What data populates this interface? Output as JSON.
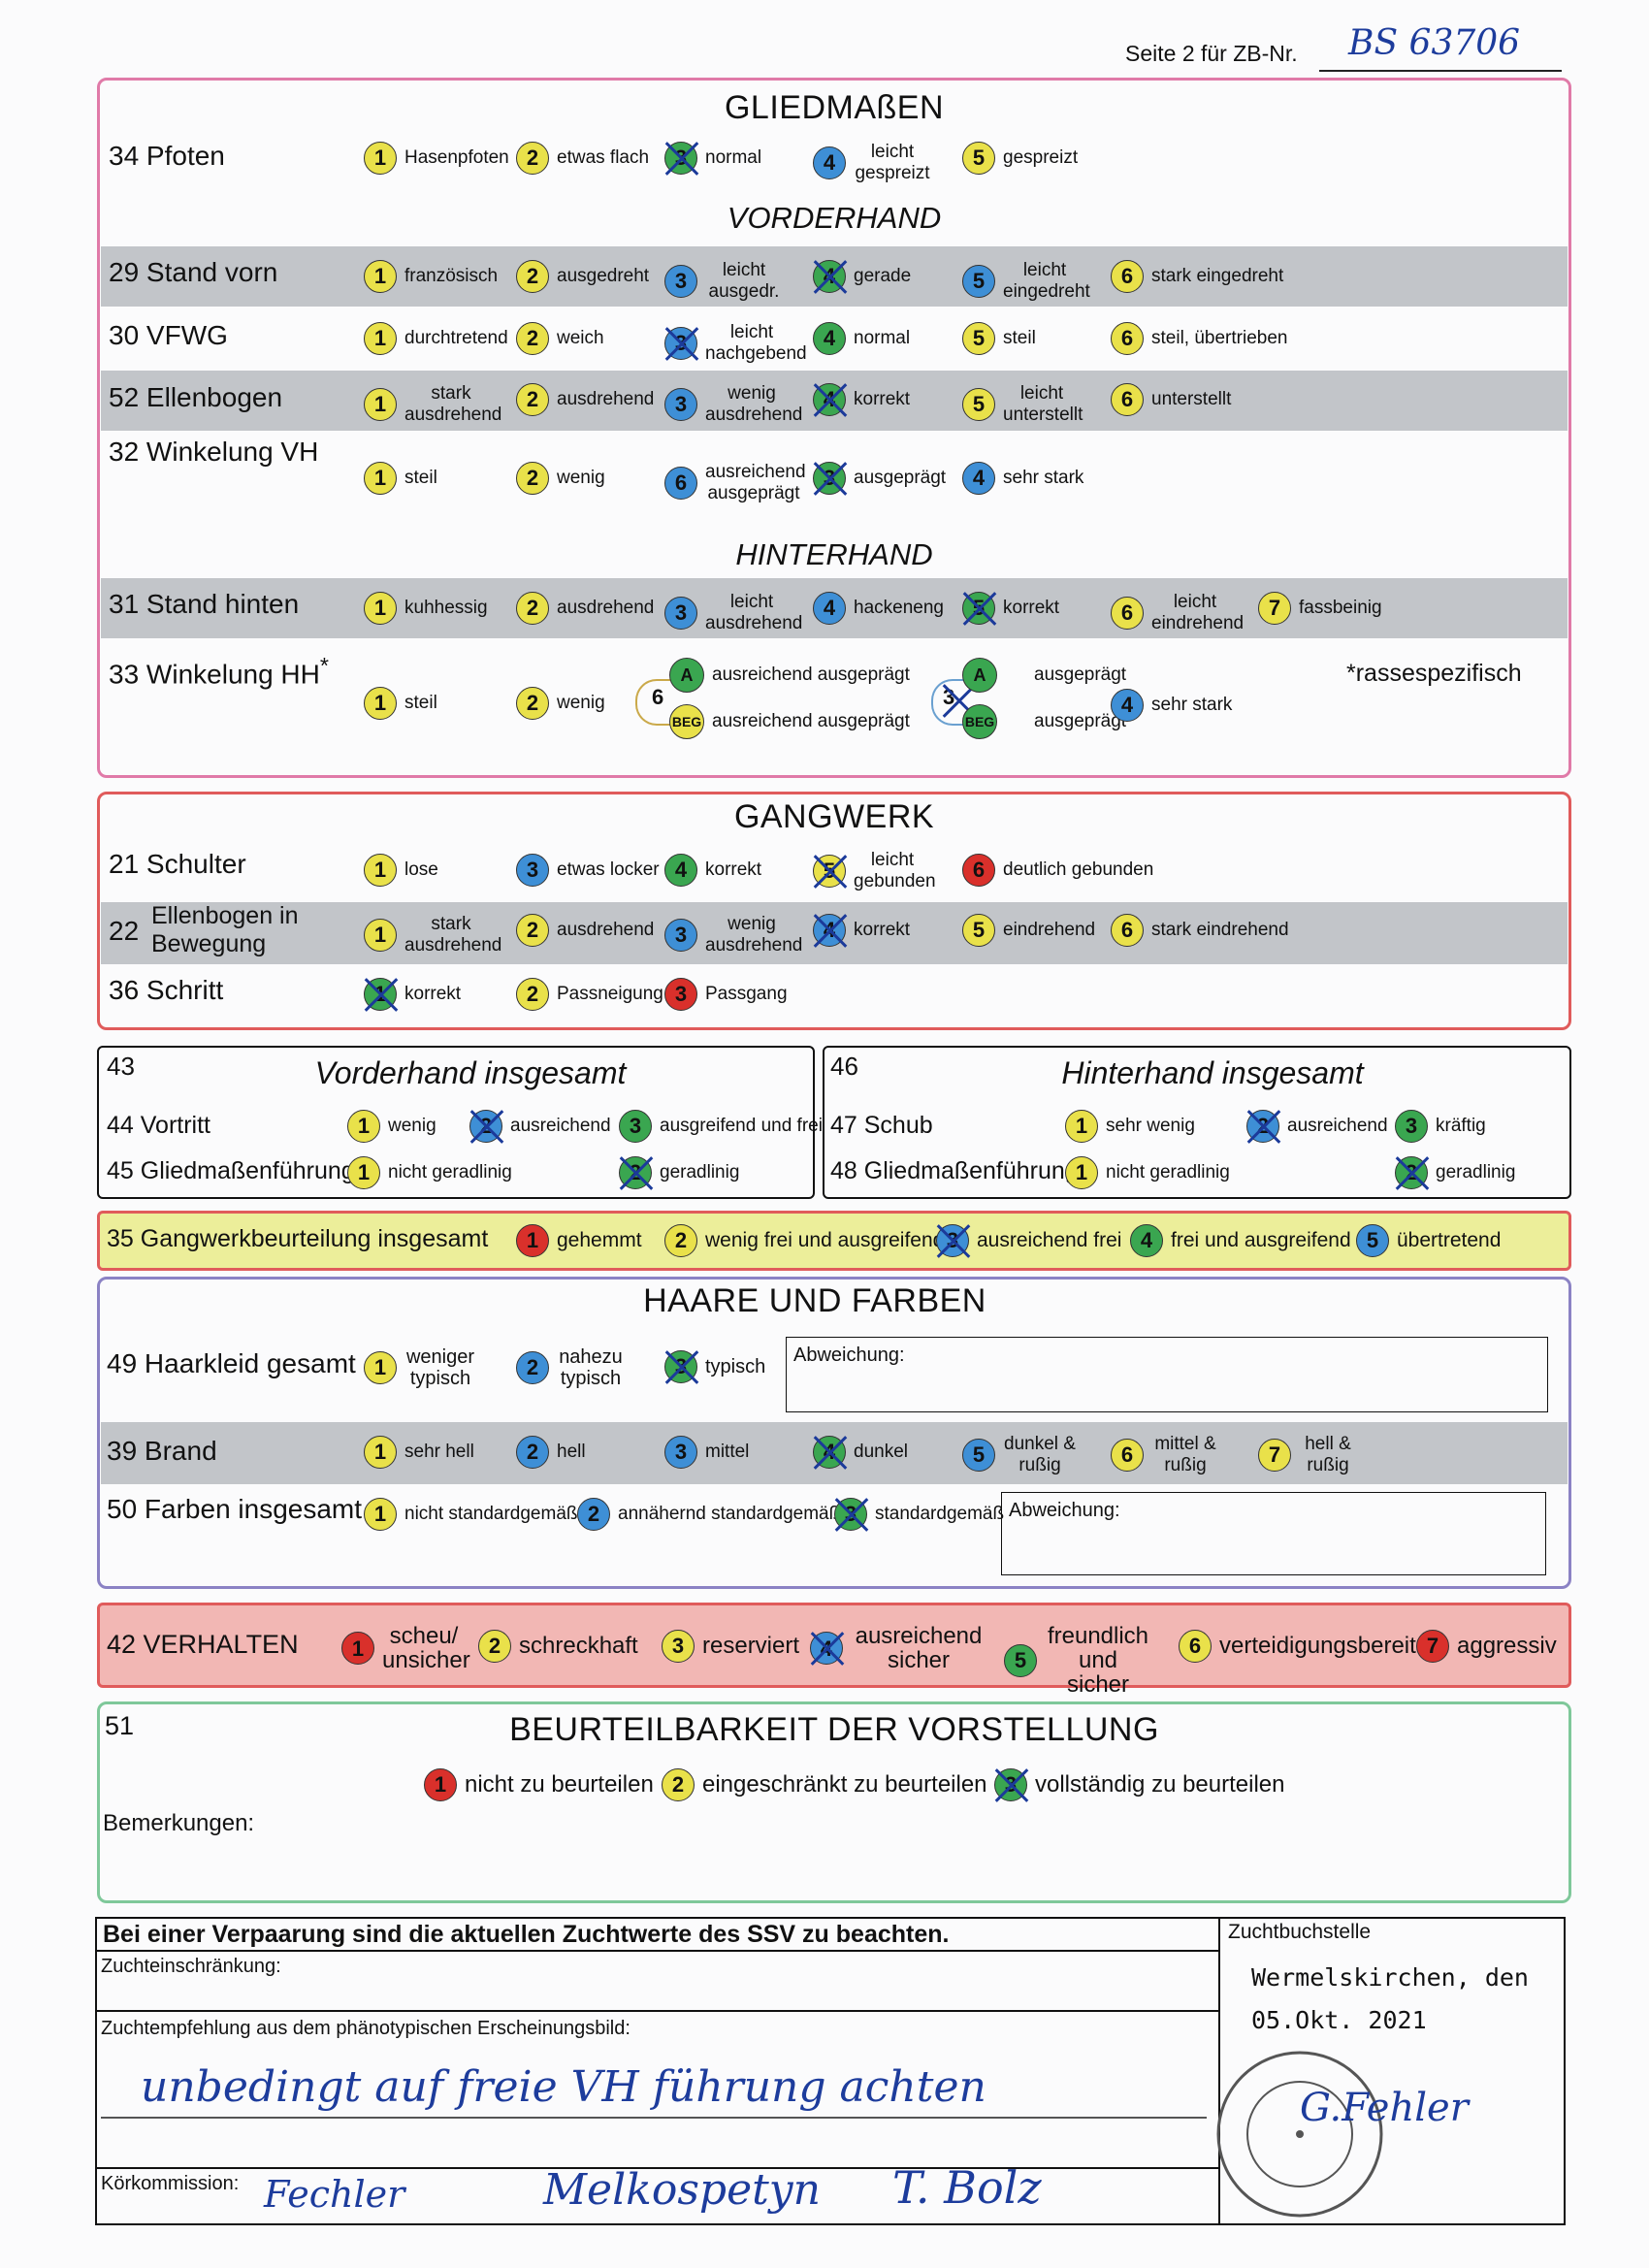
{
  "header": {
    "page_label": "Seite 2 für ZB-Nr.",
    "zb_number": "BS 63706"
  },
  "gliedmassen": {
    "title": "GLIEDMAßEN",
    "vorderhand_title": "VORDERHAND",
    "hinterhand_title": "HINTERHAND",
    "rows": {
      "pfoten": {
        "label": "34 Pfoten",
        "options": [
          {
            "n": "1",
            "text": "Hasenpfoten"
          },
          {
            "n": "2",
            "text": "etwas flach"
          },
          {
            "n": "3",
            "text": "normal"
          },
          {
            "n": "4",
            "text": "leicht gespreizt"
          },
          {
            "n": "5",
            "text": "gespreizt"
          }
        ]
      },
      "stand_vorn": {
        "label": "29 Stand vorn",
        "options": [
          {
            "n": "1",
            "text": "französisch"
          },
          {
            "n": "2",
            "text": "ausgedreht"
          },
          {
            "n": "3",
            "text": "leicht ausgedr."
          },
          {
            "n": "4",
            "text": "gerade"
          },
          {
            "n": "5",
            "text": "leicht eingedreht"
          },
          {
            "n": "6",
            "text": "stark eingedreht"
          }
        ]
      },
      "vfwg": {
        "label": "30 VFWG",
        "options": [
          {
            "n": "1",
            "text": "durchtretend"
          },
          {
            "n": "2",
            "text": "weich"
          },
          {
            "n": "3",
            "text": "leicht nachgebend"
          },
          {
            "n": "4",
            "text": "normal"
          },
          {
            "n": "5",
            "text": "steil"
          },
          {
            "n": "6",
            "text": "steil, übertrieben"
          }
        ]
      },
      "ellenbogen": {
        "label": "52 Ellenbogen",
        "options": [
          {
            "n": "1",
            "text": "stark ausdrehend"
          },
          {
            "n": "2",
            "text": "ausdrehend"
          },
          {
            "n": "3",
            "text": "wenig ausdrehend"
          },
          {
            "n": "4",
            "text": "korrekt"
          },
          {
            "n": "5",
            "text": "leicht unterstellt"
          },
          {
            "n": "6",
            "text": "unterstellt"
          }
        ]
      },
      "winkelung_vh": {
        "label": "32 Winkelung VH",
        "options": [
          {
            "n": "1",
            "text": "steil"
          },
          {
            "n": "2",
            "text": "wenig"
          },
          {
            "n": "6",
            "text": "ausreichend ausgeprägt"
          },
          {
            "n": "3",
            "text": "ausgeprägt"
          },
          {
            "n": "4",
            "text": "sehr stark"
          }
        ]
      },
      "stand_hinten": {
        "label": "31 Stand hinten",
        "options": [
          {
            "n": "1",
            "text": "kuhhessig"
          },
          {
            "n": "2",
            "text": "ausdrehend"
          },
          {
            "n": "3",
            "text": "leicht ausdrehend"
          },
          {
            "n": "4",
            "text": "hackeneng"
          },
          {
            "n": "5",
            "text": "korrekt"
          },
          {
            "n": "6",
            "text": "leicht eindrehend"
          },
          {
            "n": "7",
            "text": "fassbeinig"
          }
        ]
      },
      "winkelung_hh": {
        "label": "33 Winkelung HH",
        "asterisk": "*",
        "note": "*rassespezifisch",
        "steil_n": "1",
        "steil": "steil",
        "wenig_n": "2",
        "wenig": "wenig",
        "group6_n": "6",
        "group3_n": "3",
        "a": "A",
        "beg": "BEG",
        "a6_text": "ausreichend ausgeprägt",
        "beg6_text": "ausreichend ausgeprägt",
        "a3_text": "ausgeprägt",
        "beg3_text": "ausgeprägt",
        "sehr_n": "4",
        "sehr": "sehr stark"
      }
    }
  },
  "gangwerk": {
    "title": "GANGWERK",
    "schulter": {
      "label": "21 Schulter",
      "options": [
        {
          "n": "1",
          "text": "lose"
        },
        {
          "n": "3",
          "text": "etwas locker"
        },
        {
          "n": "4",
          "text": "korrekt"
        },
        {
          "n": "5",
          "text": "leicht gebunden"
        },
        {
          "n": "6",
          "text": "deutlich gebunden"
        }
      ]
    },
    "ellenbogen_bew": {
      "num": "22",
      "label1": "Ellenbogen in",
      "label2": "Bewegung",
      "options": [
        {
          "n": "1",
          "text": "stark ausdrehend"
        },
        {
          "n": "2",
          "text": "ausdrehend"
        },
        {
          "n": "3",
          "text": "wenig ausdrehend"
        },
        {
          "n": "4",
          "text": "korrekt"
        },
        {
          "n": "5",
          "text": "eindrehend"
        },
        {
          "n": "6",
          "text": "stark eindrehend"
        }
      ]
    },
    "schritt": {
      "label": "36 Schritt",
      "options": [
        {
          "n": "1",
          "text": "korrekt"
        },
        {
          "n": "2",
          "text": "Passneigung"
        },
        {
          "n": "3",
          "text": "Passgang"
        }
      ]
    }
  },
  "vorderhand_ins": {
    "num": "43",
    "title": "Vorderhand insgesamt",
    "vortritt": {
      "label": "44 Vortritt",
      "o1n": "1",
      "o1": "wenig",
      "o2n": "2",
      "o2": "ausreichend",
      "o3n": "3",
      "o3": "ausgreifend und frei"
    },
    "gliedm": {
      "label": "45 Gliedmaßenführung",
      "o1n": "1",
      "o1": "nicht geradlinig",
      "o2n": "2",
      "o2": "geradlinig"
    }
  },
  "hinterhand_ins": {
    "num": "46",
    "title": "Hinterhand insgesamt",
    "schub": {
      "label": "47 Schub",
      "o1n": "1",
      "o1": "sehr wenig",
      "o2n": "2",
      "o2": "ausreichend",
      "o3n": "3",
      "o3": "kräftig"
    },
    "gliedm": {
      "label": "48 Gliedmaßenführung",
      "o1n": "1",
      "o1": "nicht geradlinig",
      "o2n": "2",
      "o2": "geradlinig"
    }
  },
  "gangwerk_ins": {
    "label": "35 Gangwerkbeurteilung insgesamt",
    "options": [
      {
        "n": "1",
        "text": "gehemmt"
      },
      {
        "n": "2",
        "text": "wenig frei und ausgreifend"
      },
      {
        "n": "3",
        "text": "ausreichend frei"
      },
      {
        "n": "4",
        "text": "frei und ausgreifend"
      },
      {
        "n": "5",
        "text": "übertretend"
      }
    ]
  },
  "haare": {
    "title": "HAARE UND FARBEN",
    "haarkleid": {
      "label": "49 Haarkleid gesamt",
      "options": [
        {
          "n": "1",
          "text": "weniger typisch"
        },
        {
          "n": "2",
          "text": "nahezu typisch"
        },
        {
          "n": "3",
          "text": "typisch"
        }
      ],
      "abw": "Abweichung:"
    },
    "brand": {
      "label": "39 Brand",
      "options": [
        {
          "n": "1",
          "text": "sehr hell"
        },
        {
          "n": "2",
          "text": "hell"
        },
        {
          "n": "3",
          "text": "mittel"
        },
        {
          "n": "4",
          "text": "dunkel"
        },
        {
          "n": "5",
          "text": "dunkel & rußig"
        },
        {
          "n": "6",
          "text": "mittel & rußig"
        },
        {
          "n": "7",
          "text": "hell & rußig"
        }
      ]
    },
    "farben": {
      "label": "50 Farben insgesamt",
      "options": [
        {
          "n": "1",
          "text": "nicht standardgemäß"
        },
        {
          "n": "2",
          "text": "annähernd standardgemäß"
        },
        {
          "n": "3",
          "text": "standardgemäß"
        }
      ],
      "abw": "Abweichung:"
    }
  },
  "verhalten": {
    "label": "42 VERHALTEN",
    "options": [
      {
        "n": "1",
        "text": "scheu/ unsicher"
      },
      {
        "n": "2",
        "text": "schreckhaft"
      },
      {
        "n": "3",
        "text": "reserviert"
      },
      {
        "n": "4",
        "text": "ausreichend sicher"
      },
      {
        "n": "5",
        "text": "freundlich und sicher"
      },
      {
        "n": "6",
        "text": "verteidigungsbereit"
      },
      {
        "n": "7",
        "text": "aggressiv"
      }
    ]
  },
  "beurteil": {
    "num": "51",
    "title": "BEURTEILBARKEIT DER VORSTELLUNG",
    "bemerkungen": "Bemerkungen:",
    "options": [
      {
        "n": "1",
        "text": "nicht zu beurteilen"
      },
      {
        "n": "2",
        "text": "eingeschränkt zu beurteilen"
      },
      {
        "n": "3",
        "text": "vollständig zu beurteilen"
      }
    ]
  },
  "footer": {
    "notice": "Bei einer Verpaarung sind die aktuellen Zuchtwerte des SSV zu beachten.",
    "zuchtbuchstelle": "Zuchtbuchstelle",
    "place": "Wermelskirchen, den",
    "date": "05.Okt. 2021",
    "einschraenkung": "Zuchteinschränkung:",
    "empfehlung": "Zuchtempfehlung aus dem phänotypischen Erscheinungsbild:",
    "empfehlung_hand": "unbedingt auf freie VH führung achten",
    "koerkommission": "Körkommission:",
    "sig1": "Fechler",
    "sig2": "Melkospetyn",
    "sig3": "T. Bolz",
    "sig4": "G.Fehler"
  }
}
